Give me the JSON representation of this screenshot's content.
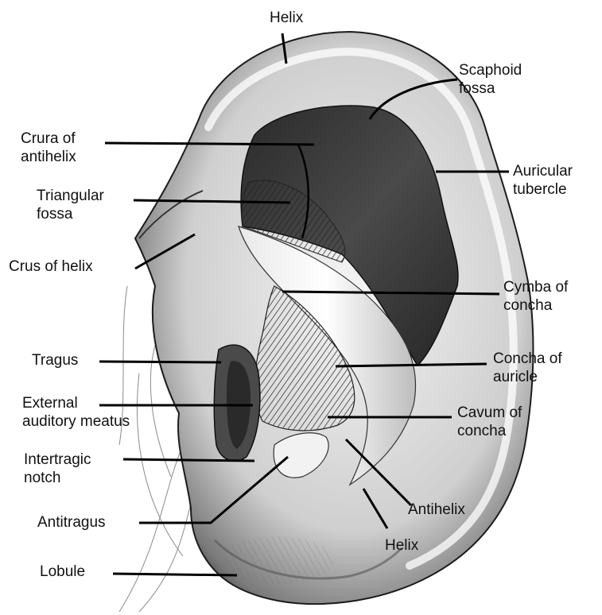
{
  "figure": {
    "labels": {
      "helix_top": [
        "Helix"
      ],
      "scaphoid_fossa": [
        "Scaphoid",
        "fossa"
      ],
      "crura_of_antihelix": [
        "Crura of",
        "antihelix"
      ],
      "auricular_tubercle": [
        "Auricular",
        "tubercle"
      ],
      "triangular_fossa": [
        "Triangular",
        "fossa"
      ],
      "crus_of_helix": [
        "Crus of helix"
      ],
      "cymba_of_concha": [
        "Cymba of",
        "concha"
      ],
      "tragus": [
        "Tragus"
      ],
      "concha_of_auricle": [
        "Concha of",
        "auricle"
      ],
      "external_auditory_meatus": [
        "External",
        "auditory meatus"
      ],
      "cavum_of_concha": [
        "Cavum of",
        "concha"
      ],
      "intertragic_notch": [
        "Intertragic",
        "notch"
      ],
      "antihelix": [
        "Antihelix"
      ],
      "antitragus": [
        "Antitragus"
      ],
      "helix_bottom": [
        "Helix"
      ],
      "lobule": [
        "Lobule"
      ]
    }
  }
}
